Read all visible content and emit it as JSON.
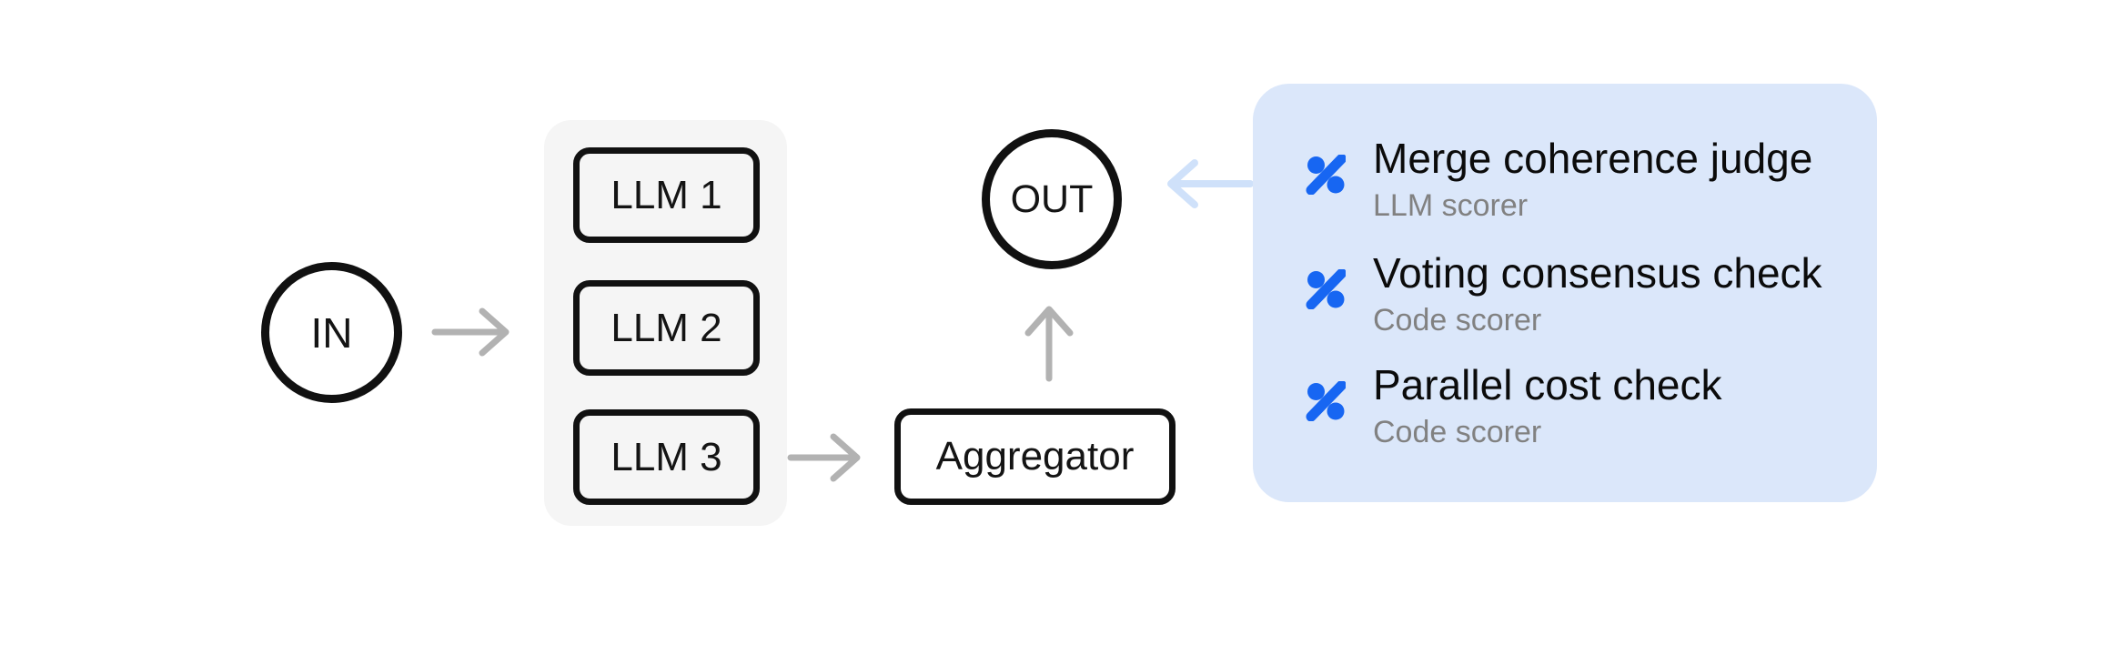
{
  "diagram": {
    "nodes": {
      "in": {
        "label": "IN"
      },
      "llm_group": {
        "items": [
          {
            "label": "LLM 1"
          },
          {
            "label": "LLM 2"
          },
          {
            "label": "LLM 3"
          }
        ]
      },
      "aggregator": {
        "label": "Aggregator"
      },
      "out": {
        "label": "OUT"
      }
    },
    "edges": [
      {
        "from": "in",
        "to": "llm_group",
        "style": "gray-arrow"
      },
      {
        "from": "llm_group",
        "to": "aggregator",
        "style": "gray-arrow"
      },
      {
        "from": "aggregator",
        "to": "out",
        "style": "gray-arrow"
      },
      {
        "from": "scorers_panel",
        "to": "out",
        "style": "light-blue-arrow"
      }
    ],
    "scorers_panel": {
      "items": [
        {
          "icon": "percent-scorer-icon",
          "title": "Merge coherence judge",
          "subtitle": "LLM scorer"
        },
        {
          "icon": "percent-scorer-icon",
          "title": "Voting consensus check",
          "subtitle": "Code scorer"
        },
        {
          "icon": "percent-scorer-icon",
          "title": "Parallel cost check",
          "subtitle": "Code scorer"
        }
      ]
    },
    "colors": {
      "background": "#ffffff",
      "node_border": "#111111",
      "group_background": "#f5f5f5",
      "panel_background": "#dbe7fa",
      "arrow_gray": "#b2b2b2",
      "arrow_light_blue": "#cfe1fa",
      "scorer_icon_blue": "#1766f2",
      "subtitle_gray": "#818181"
    }
  }
}
